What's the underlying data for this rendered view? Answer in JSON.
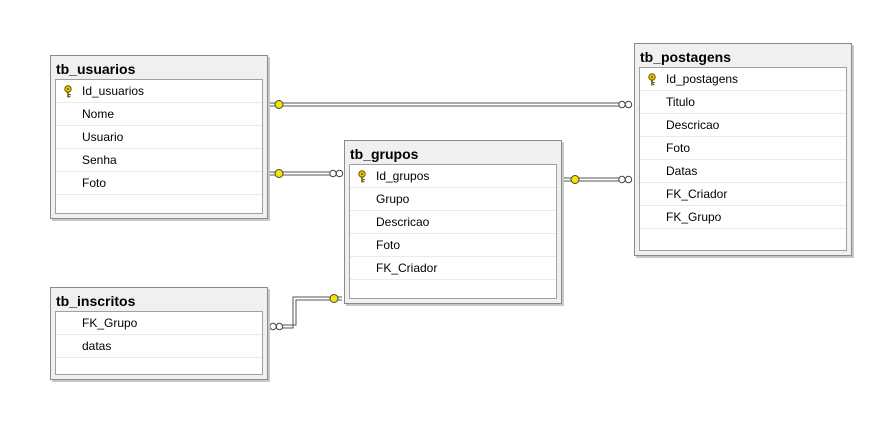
{
  "tables": [
    {
      "id": "tb_usuarios",
      "name": "tb_usuarios",
      "primary_key": "Id_usuarios",
      "columns": [
        "Id_usuarios",
        "Nome",
        "Usuario",
        "Senha",
        "Foto"
      ]
    },
    {
      "id": "tb_grupos",
      "name": "tb_grupos",
      "primary_key": "Id_grupos",
      "columns": [
        "Id_grupos",
        "Grupo",
        "Descricao",
        "Foto",
        "FK_Criador"
      ]
    },
    {
      "id": "tb_postagens",
      "name": "tb_postagens",
      "primary_key": "Id_postagens",
      "columns": [
        "Id_postagens",
        "Titulo",
        "Descricao",
        "Foto",
        "Datas",
        "FK_Criador",
        "FK_Grupo"
      ]
    },
    {
      "id": "tb_inscritos",
      "name": "tb_inscritos",
      "primary_key": null,
      "columns": [
        "FK_Grupo",
        "datas"
      ]
    }
  ],
  "relationships": [
    {
      "id": "rel-usuarios-postagens",
      "one": "tb_usuarios",
      "many": "tb_postagens"
    },
    {
      "id": "rel-usuarios-grupos",
      "one": "tb_usuarios",
      "many": "tb_grupos"
    },
    {
      "id": "rel-grupos-postagens",
      "one": "tb_grupos",
      "many": "tb_postagens"
    },
    {
      "id": "rel-grupos-inscritos",
      "one": "tb_grupos",
      "many": "tb_inscritos"
    }
  ],
  "colors": {
    "key_icon": "#e8c800",
    "one_end": "#f4e400",
    "line": "#555555"
  },
  "icons": {
    "primary_key": "key-icon",
    "one_end": "one-end-icon",
    "many_end": "infinity-icon"
  }
}
